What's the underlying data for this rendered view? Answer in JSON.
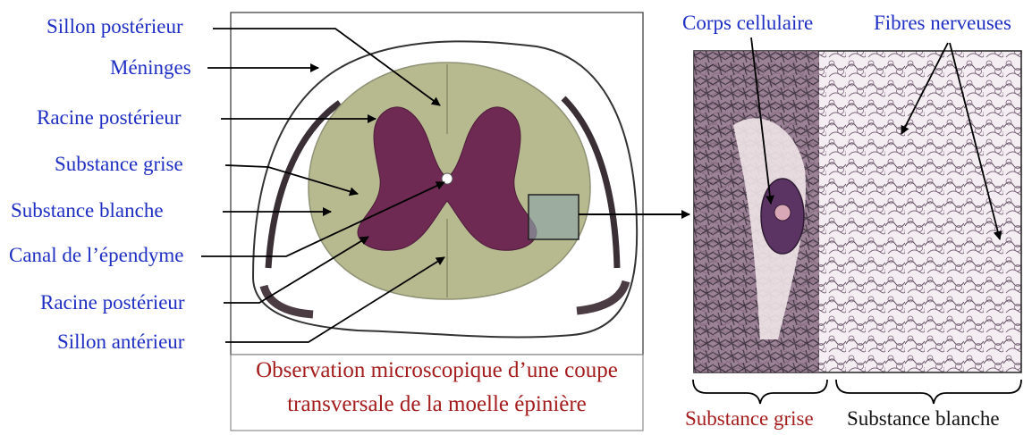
{
  "left_labels": [
    "Sillon postérieur",
    "Méninges",
    "Racine postérieur",
    "Substance grise",
    "Substance blanche",
    "Canal de l’épendyme",
    "Racine postérieur",
    "Sillon antérieur"
  ],
  "right_labels": {
    "corps": "Corps cellulaire",
    "fibres": "Fibres nerveuses"
  },
  "caption": {
    "line1": "Observation microscopique d’une coupe",
    "line2": "transversale de la moelle épinière"
  },
  "bottom_labels": {
    "grise": "Substance grise",
    "blanche": "Substance blanche"
  },
  "colors": {
    "label_blue": "#1f2fc4",
    "caption_red": "#a51c1c",
    "white_matter": "#b7b98f",
    "grey_matter": "#6e2a52",
    "micro_bg": "#e6dbe4"
  }
}
